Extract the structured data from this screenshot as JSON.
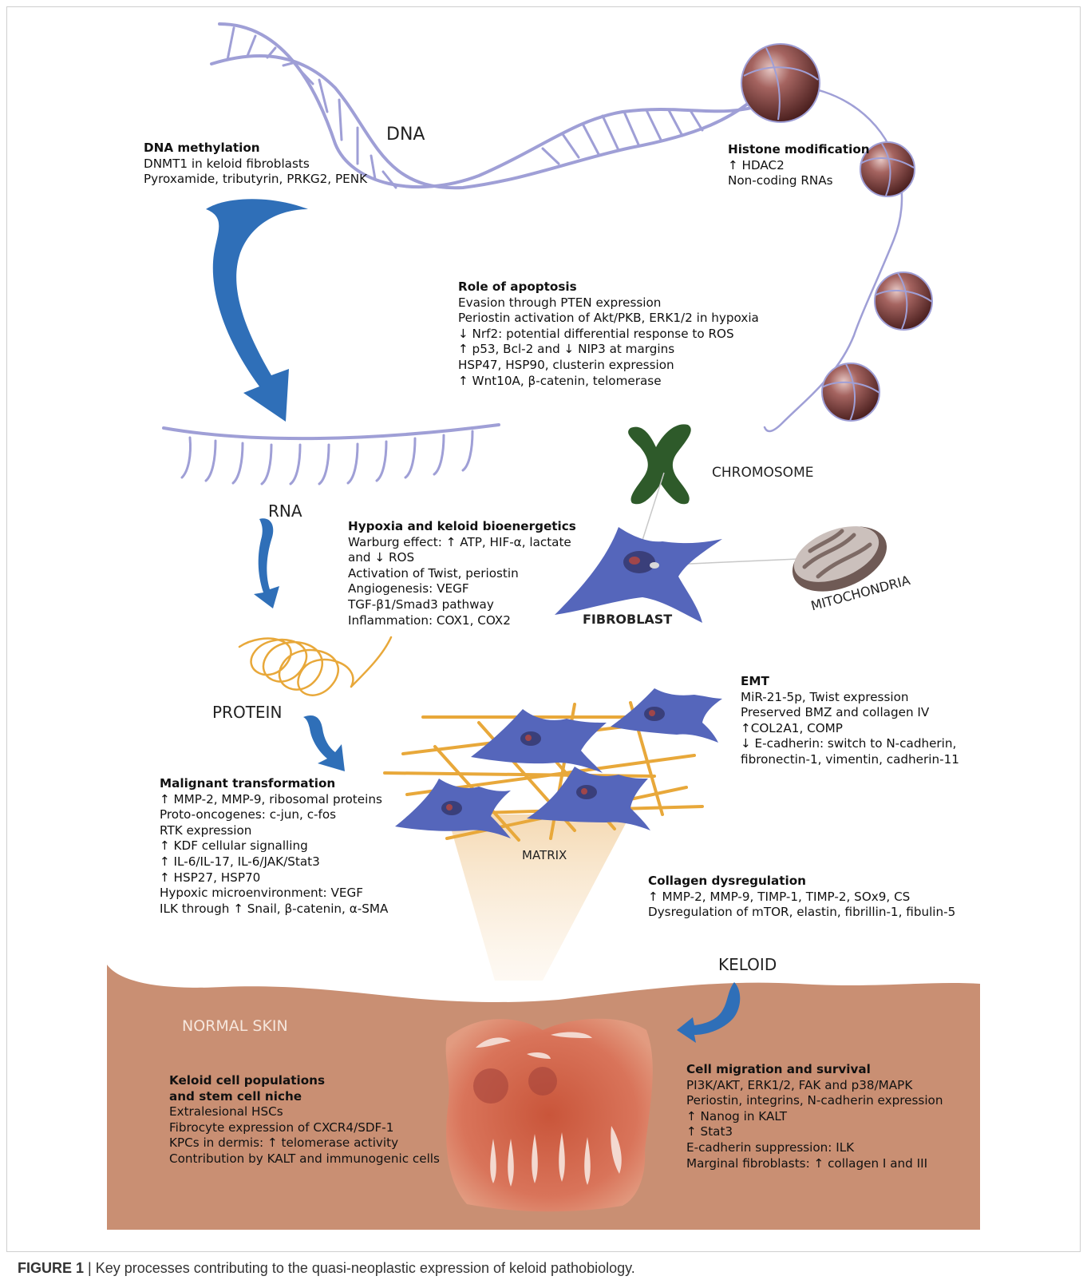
{
  "figure": {
    "caption_label": "FIGURE 1",
    "caption_sep": " | ",
    "caption_text": "Key processes contributing to the quasi-neoplastic expression of keloid pathobiology."
  },
  "labels": {
    "dna": "DNA",
    "rna": "RNA",
    "protein": "PROTEIN",
    "chromosome": "CHROMOSOME",
    "fibroblast": "FIBROBLAST",
    "mitochondria": "MITOCHONDRIA",
    "matrix": "MATRIX",
    "keloid": "KELOID",
    "normal_skin": "NORMAL SKIN"
  },
  "blocks": {
    "dna_methylation": {
      "title": "DNA methylation",
      "lines": [
        "DNMT1 in keloid fibroblasts",
        "Pyroxamide, tributyrin, PRKG2, PENK"
      ]
    },
    "histone": {
      "title": "Histone modification",
      "lines": [
        "↑ HDAC2",
        "Non-coding RNAs"
      ]
    },
    "apoptosis": {
      "title": "Role of apoptosis",
      "lines": [
        "Evasion through PTEN expression",
        "Periostin activation of Akt/PKB, ERK1/2 in hypoxia",
        "↓ Nrf2: potential differential response to ROS",
        "↑ p53, Bcl-2 and ↓ NIP3 at margins",
        "HSP47, HSP90, clusterin expression",
        "↑ Wnt10A, β-catenin, telomerase"
      ]
    },
    "hypoxia": {
      "title": "Hypoxia and keloid bioenergetics",
      "lines": [
        "Warburg effect: ↑ ATP, HIF-α, lactate",
        "and ↓ ROS",
        "Activation of Twist, periostin",
        "Angiogenesis: VEGF",
        "TGF-β1/Smad3 pathway",
        "Inflammation: COX1, COX2"
      ]
    },
    "emt": {
      "title": "EMT",
      "lines": [
        "MiR-21-5p, Twist expression",
        "Preserved BMZ and collagen IV",
        "↑COL2A1, COMP",
        "↓ E-cadherin: switch to N-cadherin,",
        "fibronectin-1, vimentin, cadherin-11"
      ]
    },
    "malignant": {
      "title": "Malignant transformation",
      "lines": [
        "↑ MMP-2, MMP-9, ribosomal proteins",
        "Proto-oncogenes: c-jun, c-fos",
        "RTK expression",
        "↑ KDF cellular signalling",
        "↑ IL-6/IL-17, IL-6/JAK/Stat3",
        "↑ HSP27, HSP70",
        "Hypoxic microenvironment: VEGF",
        "ILK through ↑ Snail, β-catenin, α-SMA"
      ]
    },
    "collagen": {
      "title": "Collagen dysregulation",
      "lines": [
        "↑ MMP-2, MMP-9, TIMP-1, TIMP-2, SOx9, CS",
        "Dysregulation of mTOR, elastin, fibrillin-1, fibulin-5"
      ]
    },
    "populations": {
      "title": "Keloid cell populations",
      "title2": "and stem cell niche",
      "lines": [
        "Extralesional HSCs",
        "Fibrocyte expression of CXCR4/SDF-1",
        "KPCs in dermis: ↑ telomerase activity",
        "Contribution by KALT and immunogenic cells"
      ]
    },
    "migration": {
      "title": "Cell migration and survival",
      "lines": [
        "PI3K/AKT, ERK1/2, FAK and p38/MAPK",
        "Periostin, integrins, N-cadherin expression",
        "↑ Nanog in KALT",
        "↑ Stat3",
        "E-cadherin suppression: ILK",
        "Marginal fibroblasts: ↑ collagen I and III"
      ]
    }
  },
  "colors": {
    "dna_strand": "#9f9fd6",
    "arrow_blue": "#2f6fb8",
    "fibroblast": "#5566bb",
    "chromosome": "#2e5a2a",
    "protein": "#e8a83a",
    "skin": "#c98f73",
    "nucleosome": "#7a3c3a"
  }
}
